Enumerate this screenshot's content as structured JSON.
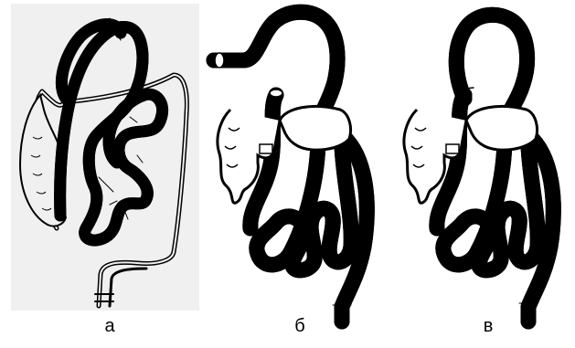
{
  "figure": {
    "panels": [
      {
        "caption": "а"
      },
      {
        "caption": "б"
      },
      {
        "caption": "в"
      }
    ]
  }
}
